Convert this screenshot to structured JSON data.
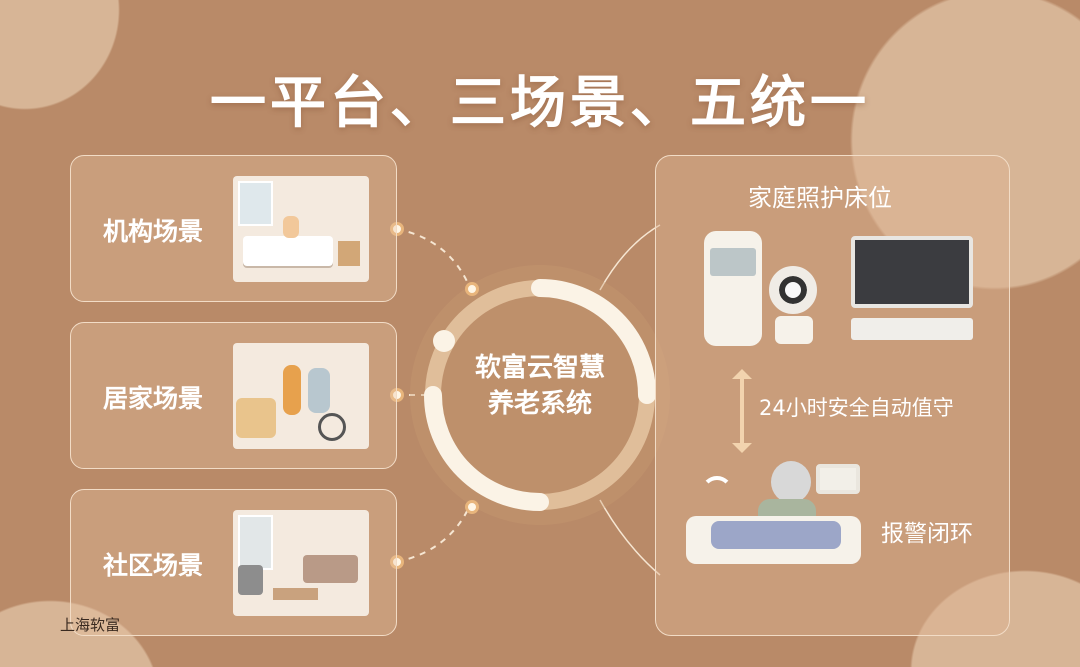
{
  "title": "一平台、三场景、五统一",
  "scenes": [
    {
      "label": "机构场景"
    },
    {
      "label": "居家场景"
    },
    {
      "label": "社区场景"
    }
  ],
  "center": {
    "line1": "软富云智慧",
    "line2": "养老系统"
  },
  "right_panel": {
    "heading": "家庭照护床位",
    "monitor_text": "24小时安全自动值守",
    "alarm_text": "报警闭环"
  },
  "footer": "上海软富",
  "colors": {
    "background": "#b98a68",
    "ring": "#fbf3e6",
    "accent": "#e8b57c"
  }
}
